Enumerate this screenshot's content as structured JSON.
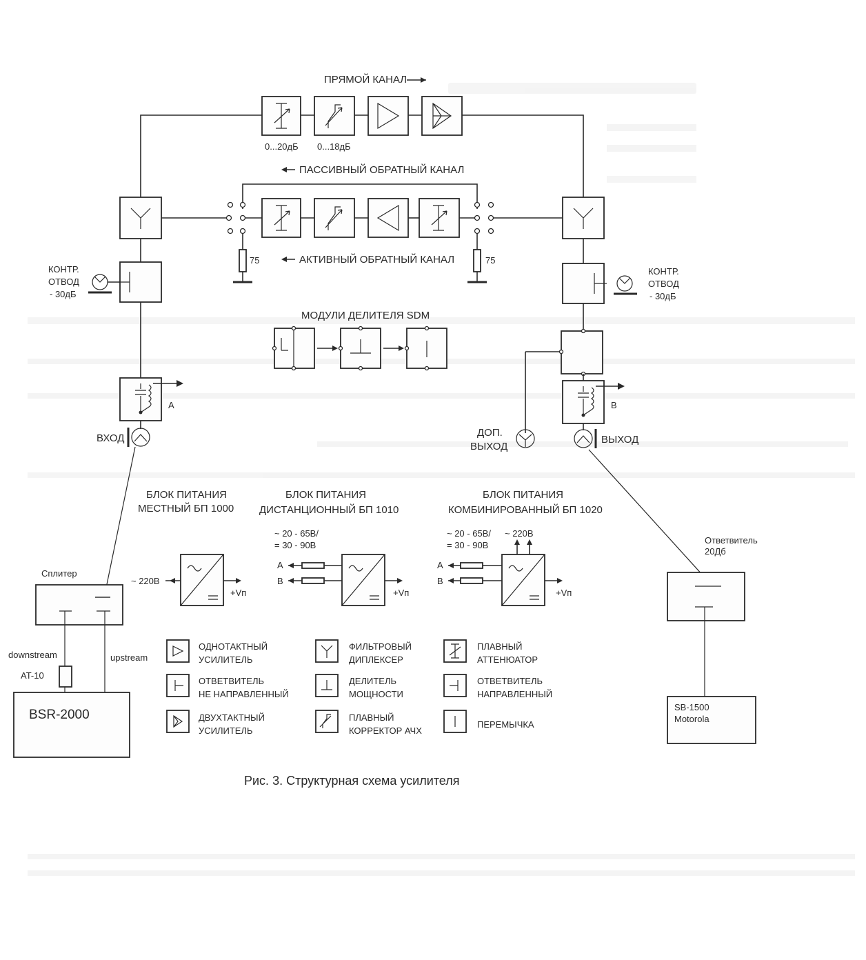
{
  "title": "Рис. 3. Структурная схема усилителя",
  "forward": {
    "label": "ПРЯМОЙ КАНАЛ",
    "atten_value": "0...20дБ",
    "corrector_value": "0...18дБ"
  },
  "passive_return_label": "ПАССИВНЫЙ ОБРАТНЫЙ КАНАЛ",
  "active_return_label": "АКТИВНЫЙ ОБРАТНЫЙ КАНАЛ",
  "termination_value": "75",
  "test_point": {
    "line1": "КОНТР.",
    "line2": "ОТВОД",
    "line3": "- 30дБ"
  },
  "sdm_label": "МОДУЛИ ДЕЛИТЕЛЯ SDM",
  "ports": {
    "input": "ВХОД",
    "output": "ВЫХОД",
    "aux_line1": "ДОП.",
    "aux_line2": "ВЫХОД",
    "a": "A",
    "b": "B"
  },
  "psu": [
    {
      "line1": "БЛОК ПИТАНИЯ",
      "line2": "МЕСТНЫЙ БП 1000",
      "input": "~ 220В",
      "output": "+Vп"
    },
    {
      "line1": "БЛОК ПИТАНИЯ",
      "line2": "ДИСТАНЦИОННЫЙ БП 1010",
      "spec1": "~ 20 - 65В/",
      "spec2": "= 30 - 90В",
      "a": "A",
      "b": "B",
      "output": "+Vп"
    },
    {
      "line1": "БЛОК ПИТАНИЯ",
      "line2": "КОМБИНИРОВАННЫЙ БП 1020",
      "spec1": "~ 20 - 65В/",
      "spec2": "= 30 - 90В",
      "spec3": "~ 220В",
      "a": "A",
      "b": "B",
      "output": "+Vп"
    }
  ],
  "legend": [
    {
      "line1": "ОДНОТАКТНЫЙ",
      "line2": "УСИЛИТЕЛЬ",
      "icon": "single-ended-amplifier-icon"
    },
    {
      "line1": "ОТВЕТВИТЕЛЬ",
      "line2": "НЕ НАПРАВЛЕННЫЙ",
      "icon": "non-directional-tap-icon"
    },
    {
      "line1": "ДВУХТАКТНЫЙ",
      "line2": "УСИЛИТЕЛЬ",
      "icon": "push-pull-amplifier-icon"
    },
    {
      "line1": "ФИЛЬТРОВЫЙ",
      "line2": "ДИПЛЕКСЕР",
      "icon": "diplexer-icon"
    },
    {
      "line1": "ДЕЛИТЕЛЬ",
      "line2": "МОЩНОСТИ",
      "icon": "power-splitter-icon"
    },
    {
      "line1": "ПЛАВНЫЙ",
      "line2": "КОРРЕКТОР АЧХ",
      "icon": "equalizer-icon"
    },
    {
      "line1": "ПЛАВНЫЙ",
      "line2": "АТТЕНЮАТОР",
      "icon": "attenuator-icon"
    },
    {
      "line1": "ОТВЕТВИТЕЛЬ",
      "line2": "НАПРАВЛЕННЫЙ",
      "icon": "directional-tap-icon"
    },
    {
      "line1": "ПЕРЕМЫЧКА",
      "line2": "",
      "icon": "jumper-icon"
    }
  ],
  "annotations": {
    "splitter": "Сплитер",
    "downstream": "downstream",
    "upstream": "upstream",
    "attenuator": "AT-10",
    "bsr": "BSR-2000",
    "coupler_line1": "Ответвитель",
    "coupler_line2": "20Дб",
    "sb_line1": "SB-1500",
    "sb_line2": "Motorola"
  }
}
